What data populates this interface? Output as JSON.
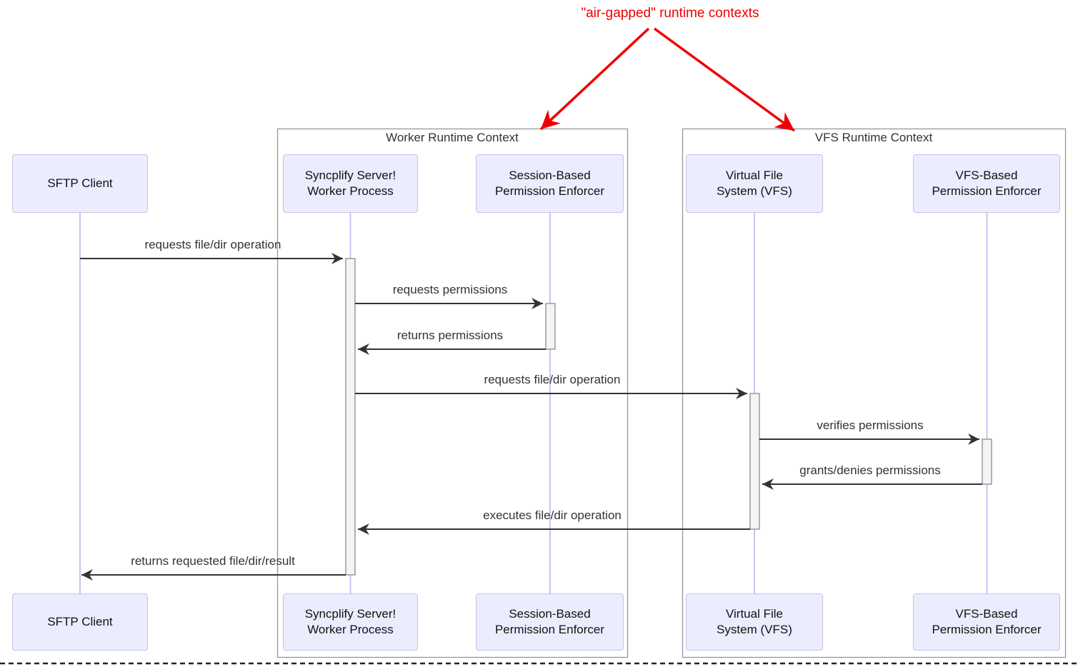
{
  "annotation": {
    "text": "\"air-gapped\" runtime contexts"
  },
  "frames": [
    {
      "label": "Worker Runtime Context"
    },
    {
      "label": "VFS Runtime Context"
    }
  ],
  "participants": [
    {
      "id": "sftp-client",
      "label": "SFTP Client"
    },
    {
      "id": "worker-process",
      "label": "Syncplify Server!\nWorker Process"
    },
    {
      "id": "session-enforcer",
      "label": "Session-Based\nPermission Enforcer"
    },
    {
      "id": "vfs",
      "label": "Virtual File\nSystem (VFS)"
    },
    {
      "id": "vfs-enforcer",
      "label": "VFS-Based\nPermission Enforcer"
    }
  ],
  "messages": [
    {
      "from": "sftp-client",
      "to": "worker-process",
      "label": "requests file/dir operation"
    },
    {
      "from": "worker-process",
      "to": "session-enforcer",
      "label": "requests permissions"
    },
    {
      "from": "session-enforcer",
      "to": "worker-process",
      "label": "returns permissions"
    },
    {
      "from": "worker-process",
      "to": "vfs",
      "label": "requests file/dir operation"
    },
    {
      "from": "vfs",
      "to": "vfs-enforcer",
      "label": "verifies permissions"
    },
    {
      "from": "vfs-enforcer",
      "to": "vfs",
      "label": "grants/denies permissions"
    },
    {
      "from": "vfs",
      "to": "worker-process",
      "label": "executes file/dir operation"
    },
    {
      "from": "worker-process",
      "to": "sftp-client",
      "label": "returns requested file/dir/result"
    }
  ],
  "colors": {
    "annotation_red": "#ee0000",
    "participant_fill": "#ececff",
    "participant_border": "#c3c3e6",
    "lifeline": "#c9c2f0",
    "frame_border": "#979797",
    "message_line": "#333333",
    "text": "#333333",
    "activation_fill": "#f4f4f4",
    "activation_border": "#8c8c8c",
    "dashed_line": "#222222"
  }
}
